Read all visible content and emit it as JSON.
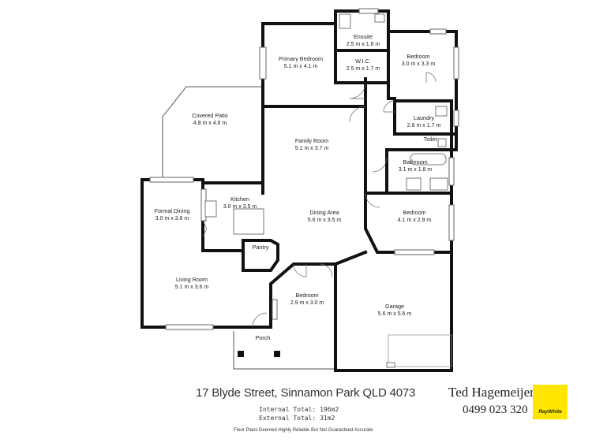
{
  "rooms": [
    {
      "id": "ensuite",
      "name": "Ensuite",
      "dims": "2.5 m x 1.8 m"
    },
    {
      "id": "wic",
      "name": "W.I.C.",
      "dims": "2.5 m x 1.7 m"
    },
    {
      "id": "primary-bedroom",
      "name": "Primary Bedroom",
      "dims": "5.1 m x 4.1 m"
    },
    {
      "id": "bedroom-ne",
      "name": "Bedroom",
      "dims": "3.0 m x 3.3 m"
    },
    {
      "id": "covered-patio",
      "name": "Covered Patio",
      "dims": "4.8 m x 4.6 m"
    },
    {
      "id": "laundry",
      "name": "Laundry",
      "dims": "2.6 m x 1.7 m"
    },
    {
      "id": "family-room",
      "name": "Family Room",
      "dims": "5.1 m x 3.7 m"
    },
    {
      "id": "toilet",
      "name": "Toilet",
      "dims": ""
    },
    {
      "id": "bathroom",
      "name": "Bathroom",
      "dims": "3.1 m x 1.8 m"
    },
    {
      "id": "kitchen",
      "name": "Kitchen",
      "dims": "3.0 m x 3.5 m"
    },
    {
      "id": "formal-dining",
      "name": "Formal Dining",
      "dims": "3.0 m x 3.6 m"
    },
    {
      "id": "dining-area",
      "name": "Dining Area",
      "dims": "5.6 m x 3.5 m"
    },
    {
      "id": "bedroom-e",
      "name": "Bedroom",
      "dims": "4.1 m x 2.9 m"
    },
    {
      "id": "pantry",
      "name": "Pantry",
      "dims": ""
    },
    {
      "id": "living-room",
      "name": "Living Room",
      "dims": "5.1 m x 3.6 m"
    },
    {
      "id": "bedroom-s",
      "name": "Bedroom",
      "dims": "2.9 m x 3.0 m"
    },
    {
      "id": "garage",
      "name": "Garage",
      "dims": "5.6 m x 5.6 m"
    },
    {
      "id": "porch",
      "name": "Porch",
      "dims": ""
    }
  ],
  "footer": {
    "address": "17 Blyde Street, Sinnamon Park QLD 4073",
    "internal_total": "Internal Total: 196m2",
    "external_total": "External Total: 31m2",
    "disclaimer": "Floor Plans Deemed Highly Reliable But Not Guaranteed Accurate"
  },
  "agent": {
    "name": "Ted Hagemeijer",
    "phone": "0499 023 320",
    "brand": "RayWhite",
    "brand_color": "#ffe600"
  }
}
